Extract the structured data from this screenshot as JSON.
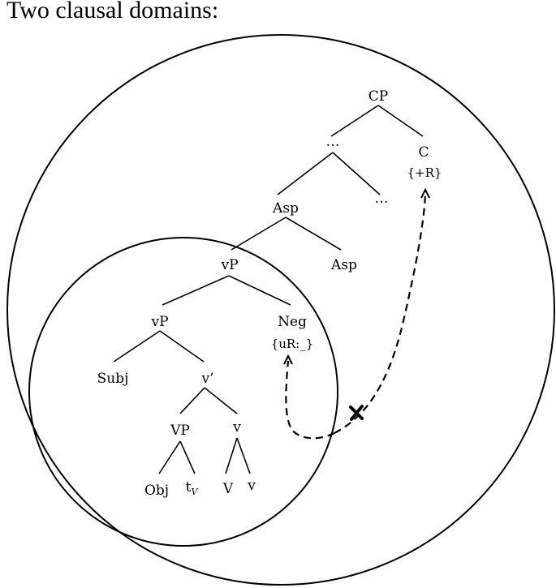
{
  "heading": "Two clausal domains:",
  "tree": {
    "cp": "CP",
    "dots_top": "…",
    "c": "C",
    "c_feature": "{+R}",
    "asp_phrase": "Asp",
    "dots_right": "…",
    "vp_upper": "vP",
    "asp_head": "Asp",
    "vp_lower": "vP",
    "neg": "Neg",
    "neg_feature": "{uR:_}",
    "subj": "Subj",
    "v_bar": "v’",
    "big_vp": "VP",
    "v_small": "v",
    "obj": "Obj",
    "trace_base": "t",
    "trace_sub": "V",
    "v_cap": "V",
    "v_head": "v"
  },
  "colors": {
    "ink": "#000000",
    "background": "#ffffff"
  },
  "icons": {
    "blocked": "x-mark-icon"
  }
}
